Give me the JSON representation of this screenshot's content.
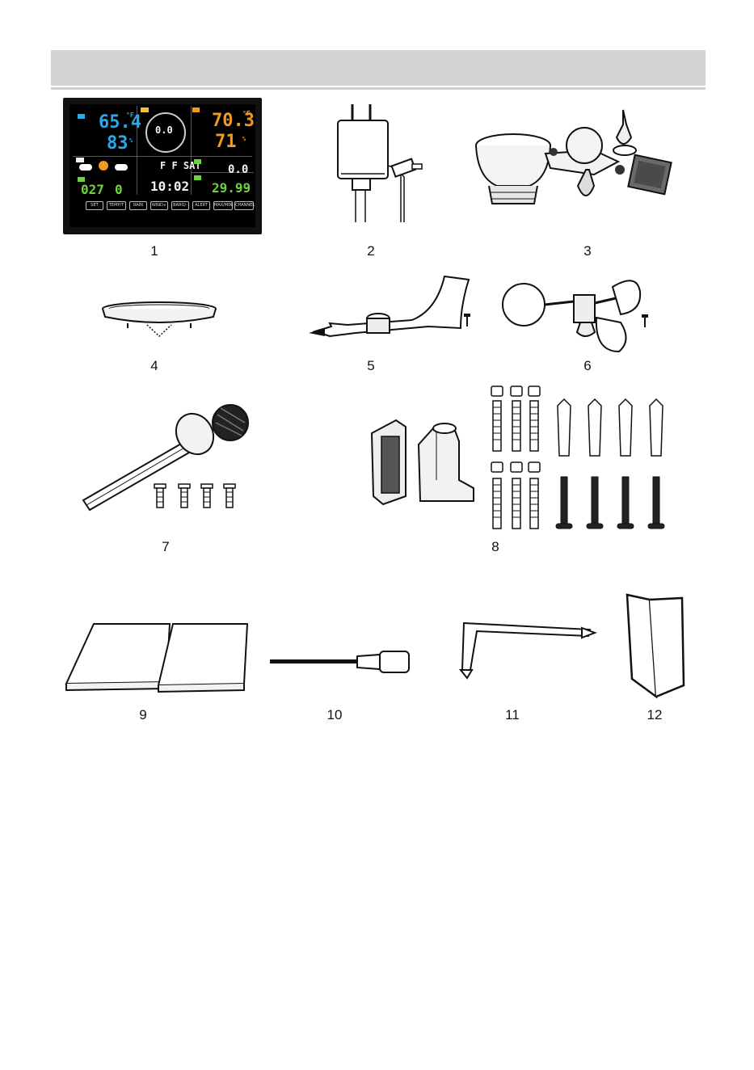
{
  "items": [
    {
      "id": 1,
      "label": "1"
    },
    {
      "id": 2,
      "label": "2"
    },
    {
      "id": 3,
      "label": "3"
    },
    {
      "id": 4,
      "label": "4"
    },
    {
      "id": 5,
      "label": "5"
    },
    {
      "id": 6,
      "label": "6"
    },
    {
      "id": 7,
      "label": "7"
    },
    {
      "id": 8,
      "label": "8"
    },
    {
      "id": 9,
      "label": "9"
    },
    {
      "id": 10,
      "label": "10"
    },
    {
      "id": 11,
      "label": "11"
    },
    {
      "id": 12,
      "label": "12"
    }
  ],
  "display": {
    "indoor_temp": "65.4",
    "indoor_temp_unit": "°F",
    "indoor_humidity": "83",
    "humidity_unit": "%",
    "outdoor_temp": "70.3",
    "outdoor_temp_unit": "°F",
    "outdoor_humidity": "71",
    "wind_value": "0.0",
    "date_text": "F  F  SAT",
    "time": "10:02",
    "rain_value": "0.0",
    "pressure": "29.99",
    "uv_value": "027",
    "uv_index": "0",
    "buttons": [
      "SET",
      "TEMP/T",
      "RAIN",
      "WIND+",
      "BARO/-",
      "ALERT",
      "MAX/MIN",
      "CHANNEL"
    ],
    "colors": {
      "blue": "#29a9e8",
      "orange": "#f29a1f",
      "green": "#6fd23c",
      "white": "#f2f2f2"
    }
  }
}
